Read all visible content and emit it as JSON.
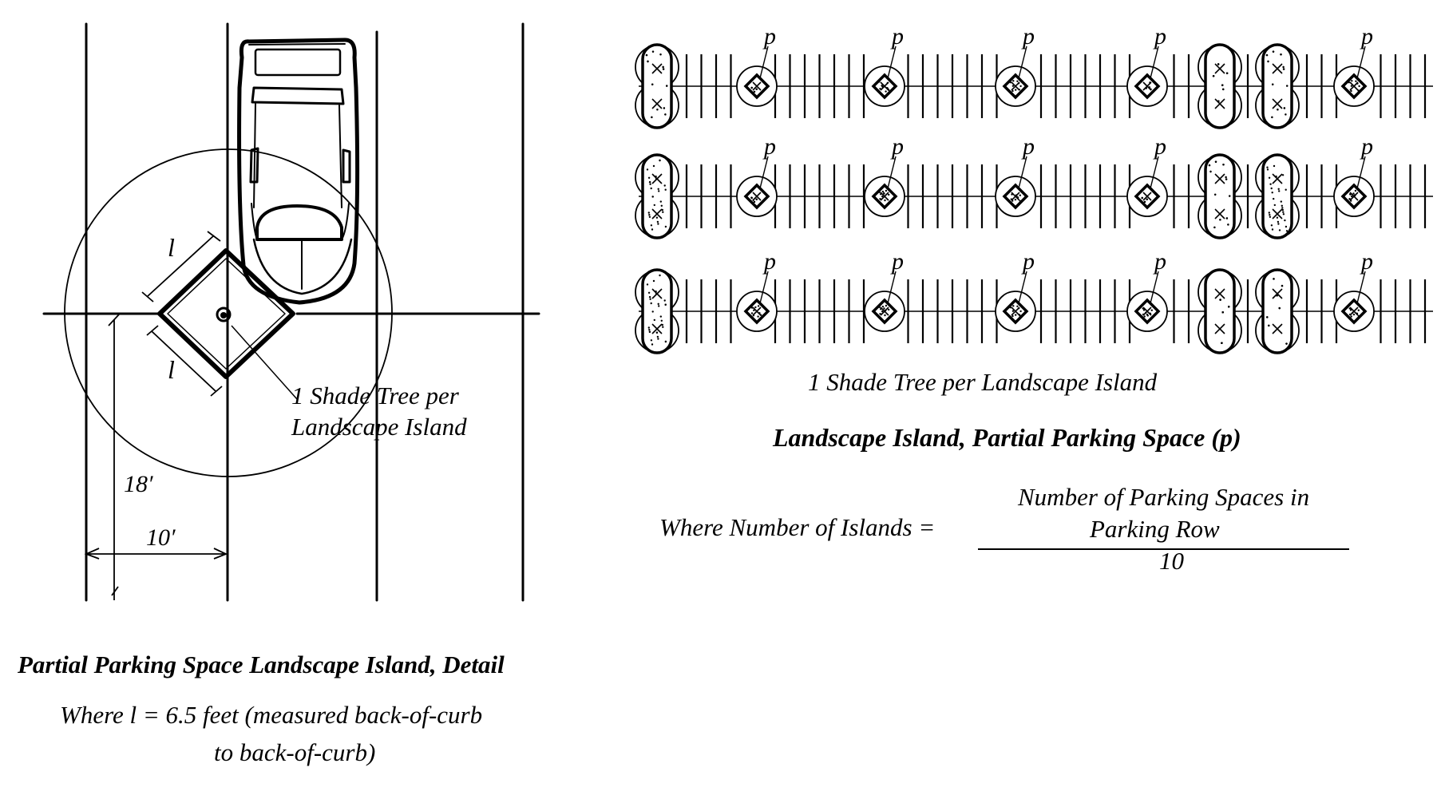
{
  "detail": {
    "dim_l": "l",
    "dim_18": "18′",
    "dim_10": "10′",
    "callout": [
      "1 Shade Tree per",
      "Landscape Island"
    ],
    "title": "Partial Parking Space Landscape Island, Detail",
    "note": [
      "Where l = 6.5 feet (measured back-of-curb",
      "to back-of-curb)"
    ]
  },
  "plan": {
    "p_label": "p",
    "caption": "1 Shade Tree per Landscape Island",
    "title": "Landscape Island, Partial Parking Space (p)",
    "formula": {
      "lhs": "Where Number of Islands =",
      "numerator": [
        "Number of Parking Spaces in",
        "Parking Row"
      ],
      "denominator": "10"
    }
  }
}
